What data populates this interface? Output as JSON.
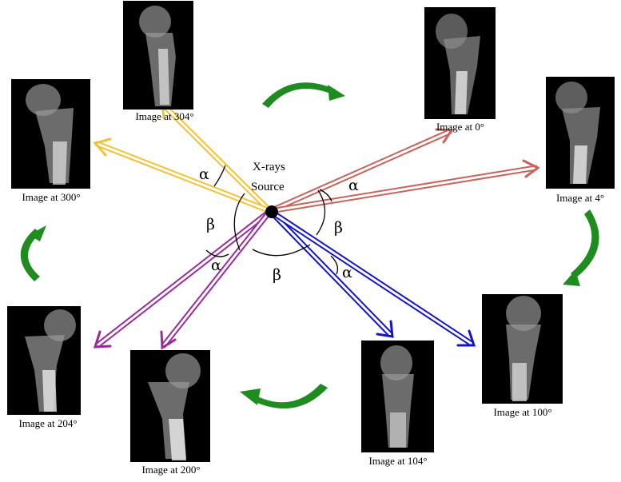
{
  "source": {
    "line1": "X-rays",
    "line2": "Source"
  },
  "symbols": {
    "alpha": "α",
    "beta": "β"
  },
  "colors": {
    "yellow_ray": "#F2C230",
    "red_ray": "#C9645A",
    "purple_ray": "#9A2A9E",
    "blue_ray": "#1414C8",
    "rotation_arrow": "#1E8C1E"
  },
  "images": [
    {
      "caption": "Image at 304°"
    },
    {
      "caption": "Image at 0°"
    },
    {
      "caption": "Image at 300°"
    },
    {
      "caption": "Image at 4°"
    },
    {
      "caption": "Image at 204°"
    },
    {
      "caption": "Image at 200°"
    },
    {
      "caption": "Image at 104°"
    },
    {
      "caption": "Image at 100°"
    }
  ]
}
